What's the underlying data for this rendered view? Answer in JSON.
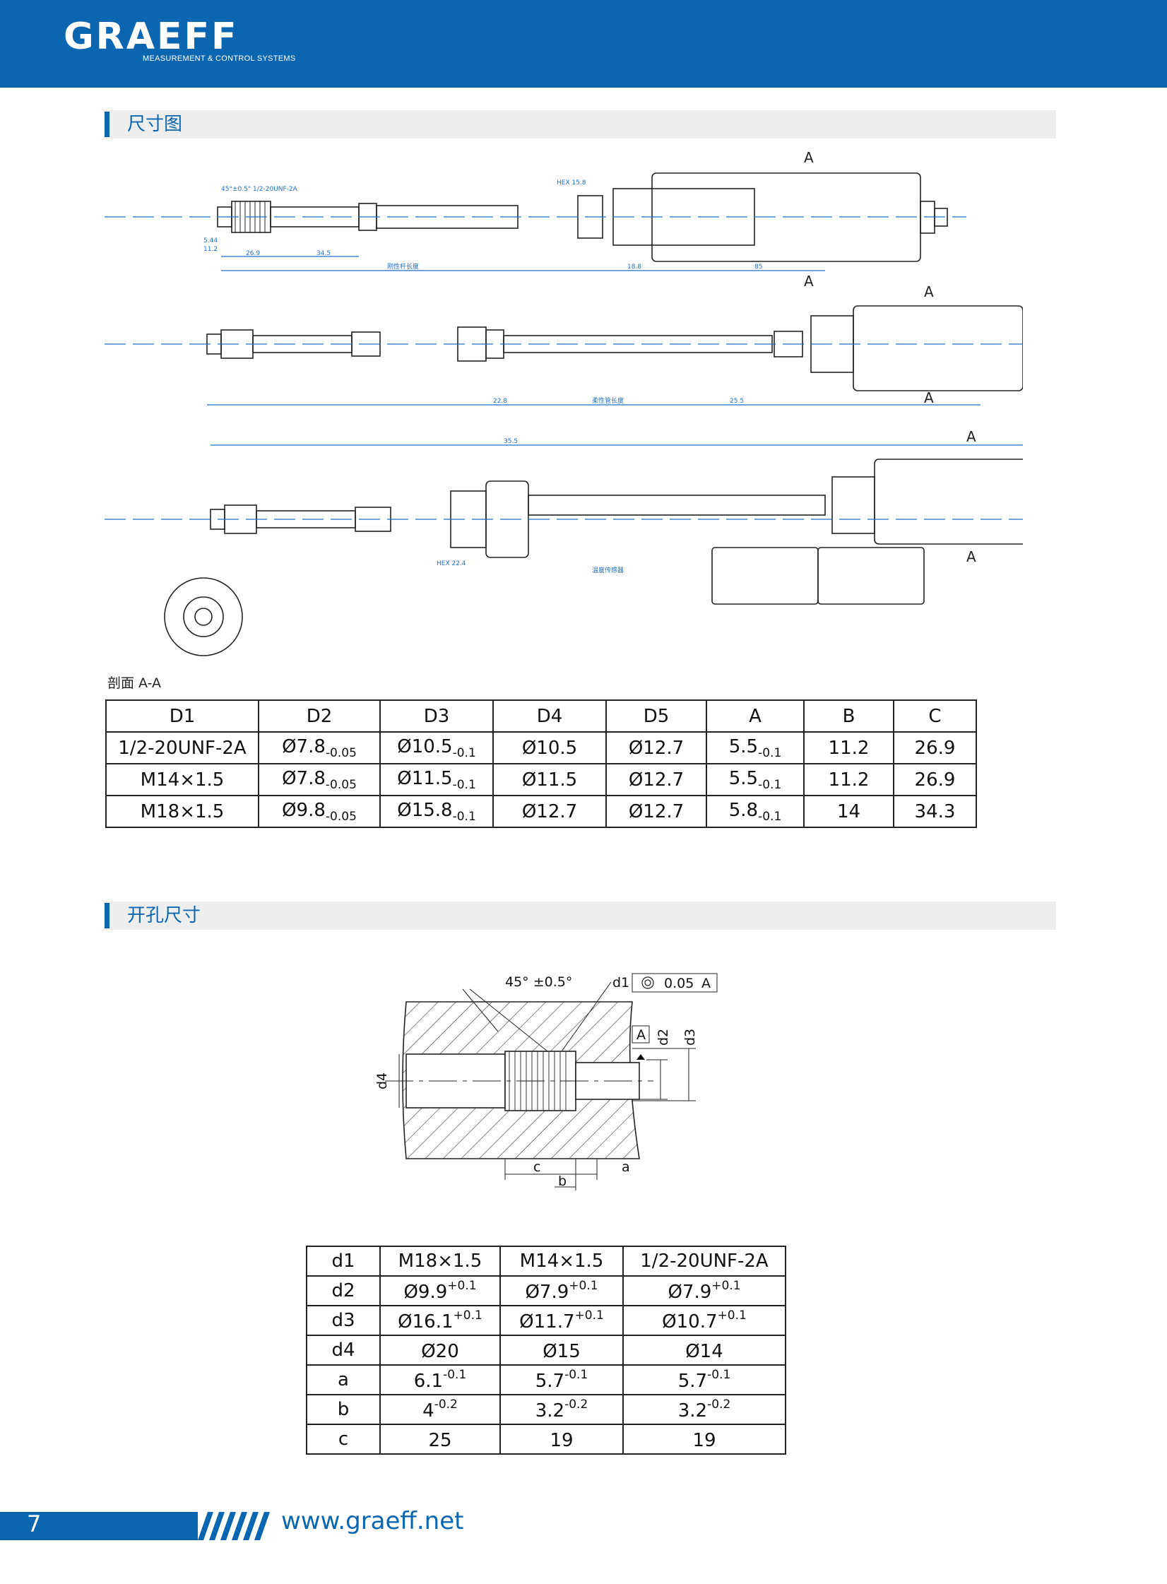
{
  "header": {
    "brand": "GRAEFF",
    "tagline": "MEASUREMENT & CONTROL SYSTEMS",
    "color": "#0b66b2"
  },
  "section1": {
    "title": "尺寸图"
  },
  "drawing_labels": {
    "section_mark": "A",
    "hex15": "HEX 15.8",
    "thread_label": "1/2-20UNF-2A",
    "chamfer": "45°±0.5°",
    "rigid_len": "刚性杆长度",
    "flex_len": "柔性管长度",
    "temp_sensor": "温度传感器",
    "hex22": "HEX 22.4",
    "d34_5": "34.5",
    "d26_9": "26.9",
    "d85": "85",
    "d18_8": "18.8",
    "d22_8": "22.8",
    "d25_5": "25.5",
    "d35_5": "35.5",
    "d5_44": "5.44",
    "d11_2": "11.2"
  },
  "section_label": "剖面 A-A",
  "table1": {
    "headers": [
      "D1",
      "D2",
      "D3",
      "D4",
      "D5",
      "A",
      "B",
      "C"
    ],
    "rows": [
      {
        "d1": "1/2-20UNF-2A",
        "d2": "Ø7.8",
        "d2t": "-0.05",
        "d3": "Ø10.5",
        "d3t": "-0.1",
        "d4": "Ø10.5",
        "d5": "Ø12.7",
        "a": "5.5",
        "at": "-0.1",
        "b": "11.2",
        "c": "26.9"
      },
      {
        "d1": "M14×1.5",
        "d2": "Ø7.8",
        "d2t": "-0.05",
        "d3": "Ø11.5",
        "d3t": "-0.1",
        "d4": "Ø11.5",
        "d5": "Ø12.7",
        "a": "5.5",
        "at": "-0.1",
        "b": "11.2",
        "c": "26.9"
      },
      {
        "d1": "M18×1.5",
        "d2": "Ø9.8",
        "d2t": "-0.05",
        "d3": "Ø15.8",
        "d3t": "-0.1",
        "d4": "Ø12.7",
        "d5": "Ø12.7",
        "a": "5.8",
        "at": "-0.1",
        "b": "14",
        "c": "34.3"
      }
    ]
  },
  "section2": {
    "title": "开孔尺寸"
  },
  "hole_drawing": {
    "angle": "45° ±0.5°",
    "d1": "d1",
    "tolerance": "0.05",
    "datum": "A",
    "d2": "d2",
    "d3": "d3",
    "d4": "d4",
    "a": "a",
    "b": "b",
    "c": "c"
  },
  "table2": {
    "header": [
      "d1",
      "M18×1.5",
      "M14×1.5",
      "1/2-20UNF-2A"
    ],
    "rows": [
      {
        "label": "d2",
        "v1": "Ø9.9",
        "t1": "+0.1",
        "v2": "Ø7.9",
        "t2": "+0.1",
        "v3": "Ø7.9",
        "t3": "+0.1"
      },
      {
        "label": "d3",
        "v1": "Ø16.1",
        "t1": "+0.1",
        "v2": "Ø11.7",
        "t2": "+0.1",
        "v3": "Ø10.7",
        "t3": "+0.1"
      },
      {
        "label": "d4",
        "v1": "Ø20",
        "t1": "",
        "v2": "Ø15",
        "t2": "",
        "v3": "Ø14",
        "t3": ""
      },
      {
        "label": "a",
        "v1": "6.1",
        "t1": "-0.1",
        "v2": "5.7",
        "t2": "-0.1",
        "v3": "5.7",
        "t3": "-0.1"
      },
      {
        "label": "b",
        "v1": "4",
        "t1": "-0.2",
        "v2": "3.2",
        "t2": "-0.2",
        "v3": "3.2",
        "t3": "-0.2"
      },
      {
        "label": "c",
        "v1": "25",
        "t1": "",
        "v2": "19",
        "t2": "",
        "v3": "19",
        "t3": ""
      }
    ]
  },
  "footer": {
    "page": "7",
    "url": "www.graeff.net"
  }
}
